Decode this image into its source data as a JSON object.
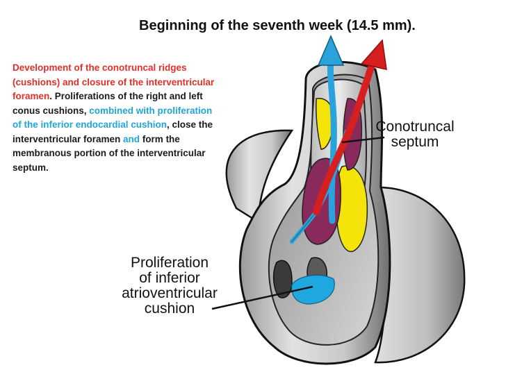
{
  "title": "Beginning of the seventh week (14.5 mm).",
  "description": {
    "red_part": "Development of the conotruncal ridges (cushions) and closure of the interventricular foramen",
    "after_red": ". Proliferations of the right and left conus cushions, ",
    "blue_part_1": "combined with proliferation of the inferior endocardial cushion",
    "after_blue_1": ", close the interventricular foramen ",
    "blue_part_2": "and",
    "after_blue_2": " form the membranous portion of the interventricular septum."
  },
  "labels": {
    "conotruncal_line1": "Conotruncal",
    "conotruncal_line2": "septum",
    "prolif_line1": "Proliferation",
    "prolif_line2": "of inferior",
    "prolif_line3": "atrioventricular",
    "prolif_line4": "cushion"
  },
  "colors": {
    "title_text": "#111111",
    "red_text": "#e0302a",
    "blue_text": "#20a6d8",
    "maroon_ridge": "#8a2a5c",
    "yellow_ridge": "#f5e40a",
    "blue_cushion": "#1fa8e0",
    "red_arrow": "#d81f1f",
    "blue_arrow": "#2aa3dc"
  }
}
